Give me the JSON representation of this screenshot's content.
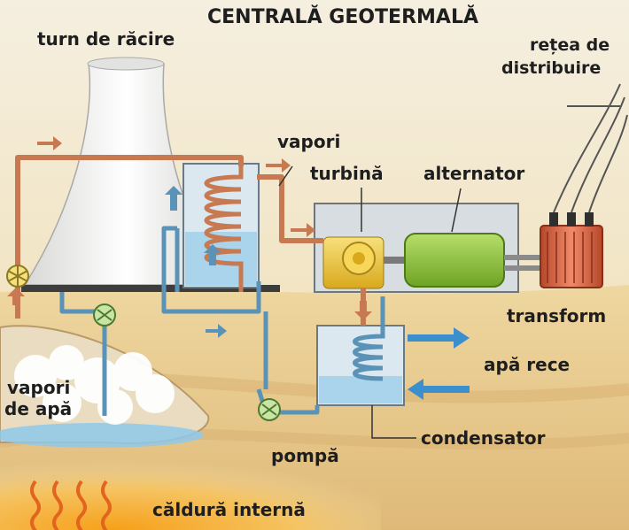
{
  "title": "CENTRALĂ GEOTERMALĂ",
  "labels": {
    "cooling_tower": "turn de răcire",
    "grid_line1": "rețea de",
    "grid_line2": "distribuire",
    "steam": "vapori",
    "turbine": "turbină",
    "alternator": "alternator",
    "transformer": "transform",
    "cold_water": "apă rece",
    "water_vapor_line1": "vapori",
    "water_vapor_line2": "de apă",
    "condenser": "condensator",
    "pump": "pompă",
    "internal_heat": "căldură internă"
  },
  "colors": {
    "sky": "#f0e4c4",
    "ground": "#e6c989",
    "hot_pipe": "#c77a52",
    "cold_pipe": "#5b93b8",
    "water": "#a9d4ec",
    "turbine": "#f0cc3a",
    "alternator": "#8cc43c",
    "transformer": "#d9613c",
    "arrow": "#3c8fcd"
  }
}
